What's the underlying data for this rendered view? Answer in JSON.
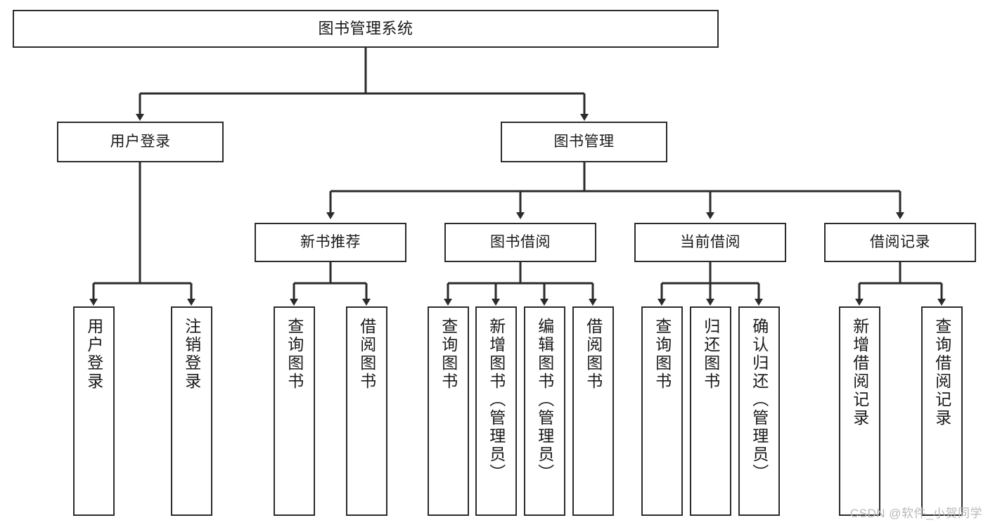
{
  "diagram": {
    "title": "图书管理系统",
    "type": "tree-hierarchy-diagram",
    "background_color": "#ffffff",
    "line_color": "#2b2b2b",
    "box_fill": "#ffffff",
    "text_color": "#1a1a1a",
    "nodes": {
      "root": {
        "label": "图书管理系统"
      },
      "level2": [
        {
          "label": "用户登录"
        },
        {
          "label": "图书管理"
        }
      ],
      "level3": [
        {
          "label": "新书推荐"
        },
        {
          "label": "图书借阅"
        },
        {
          "label": "当前借阅"
        },
        {
          "label": "借阅记录"
        }
      ],
      "leaves_user_login": [
        {
          "label": "用户登录"
        },
        {
          "label": "注销登录"
        }
      ],
      "leaves_new_book": [
        {
          "label": "查询图书"
        },
        {
          "label": "借阅图书"
        }
      ],
      "leaves_borrow": [
        {
          "label": "查询图书"
        },
        {
          "label": "新增图书（管理员）"
        },
        {
          "label": "编辑图书（管理员）"
        },
        {
          "label": "借阅图书"
        }
      ],
      "leaves_current": [
        {
          "label": "查询图书"
        },
        {
          "label": "归还图书"
        },
        {
          "label": "确认归还（管理员）"
        }
      ],
      "leaves_record": [
        {
          "label": "新增借阅记录"
        },
        {
          "label": "查询借阅记录"
        }
      ]
    }
  },
  "watermark": {
    "text": "CSDN @软件_小贺同学",
    "color": "#b9b9b9"
  }
}
